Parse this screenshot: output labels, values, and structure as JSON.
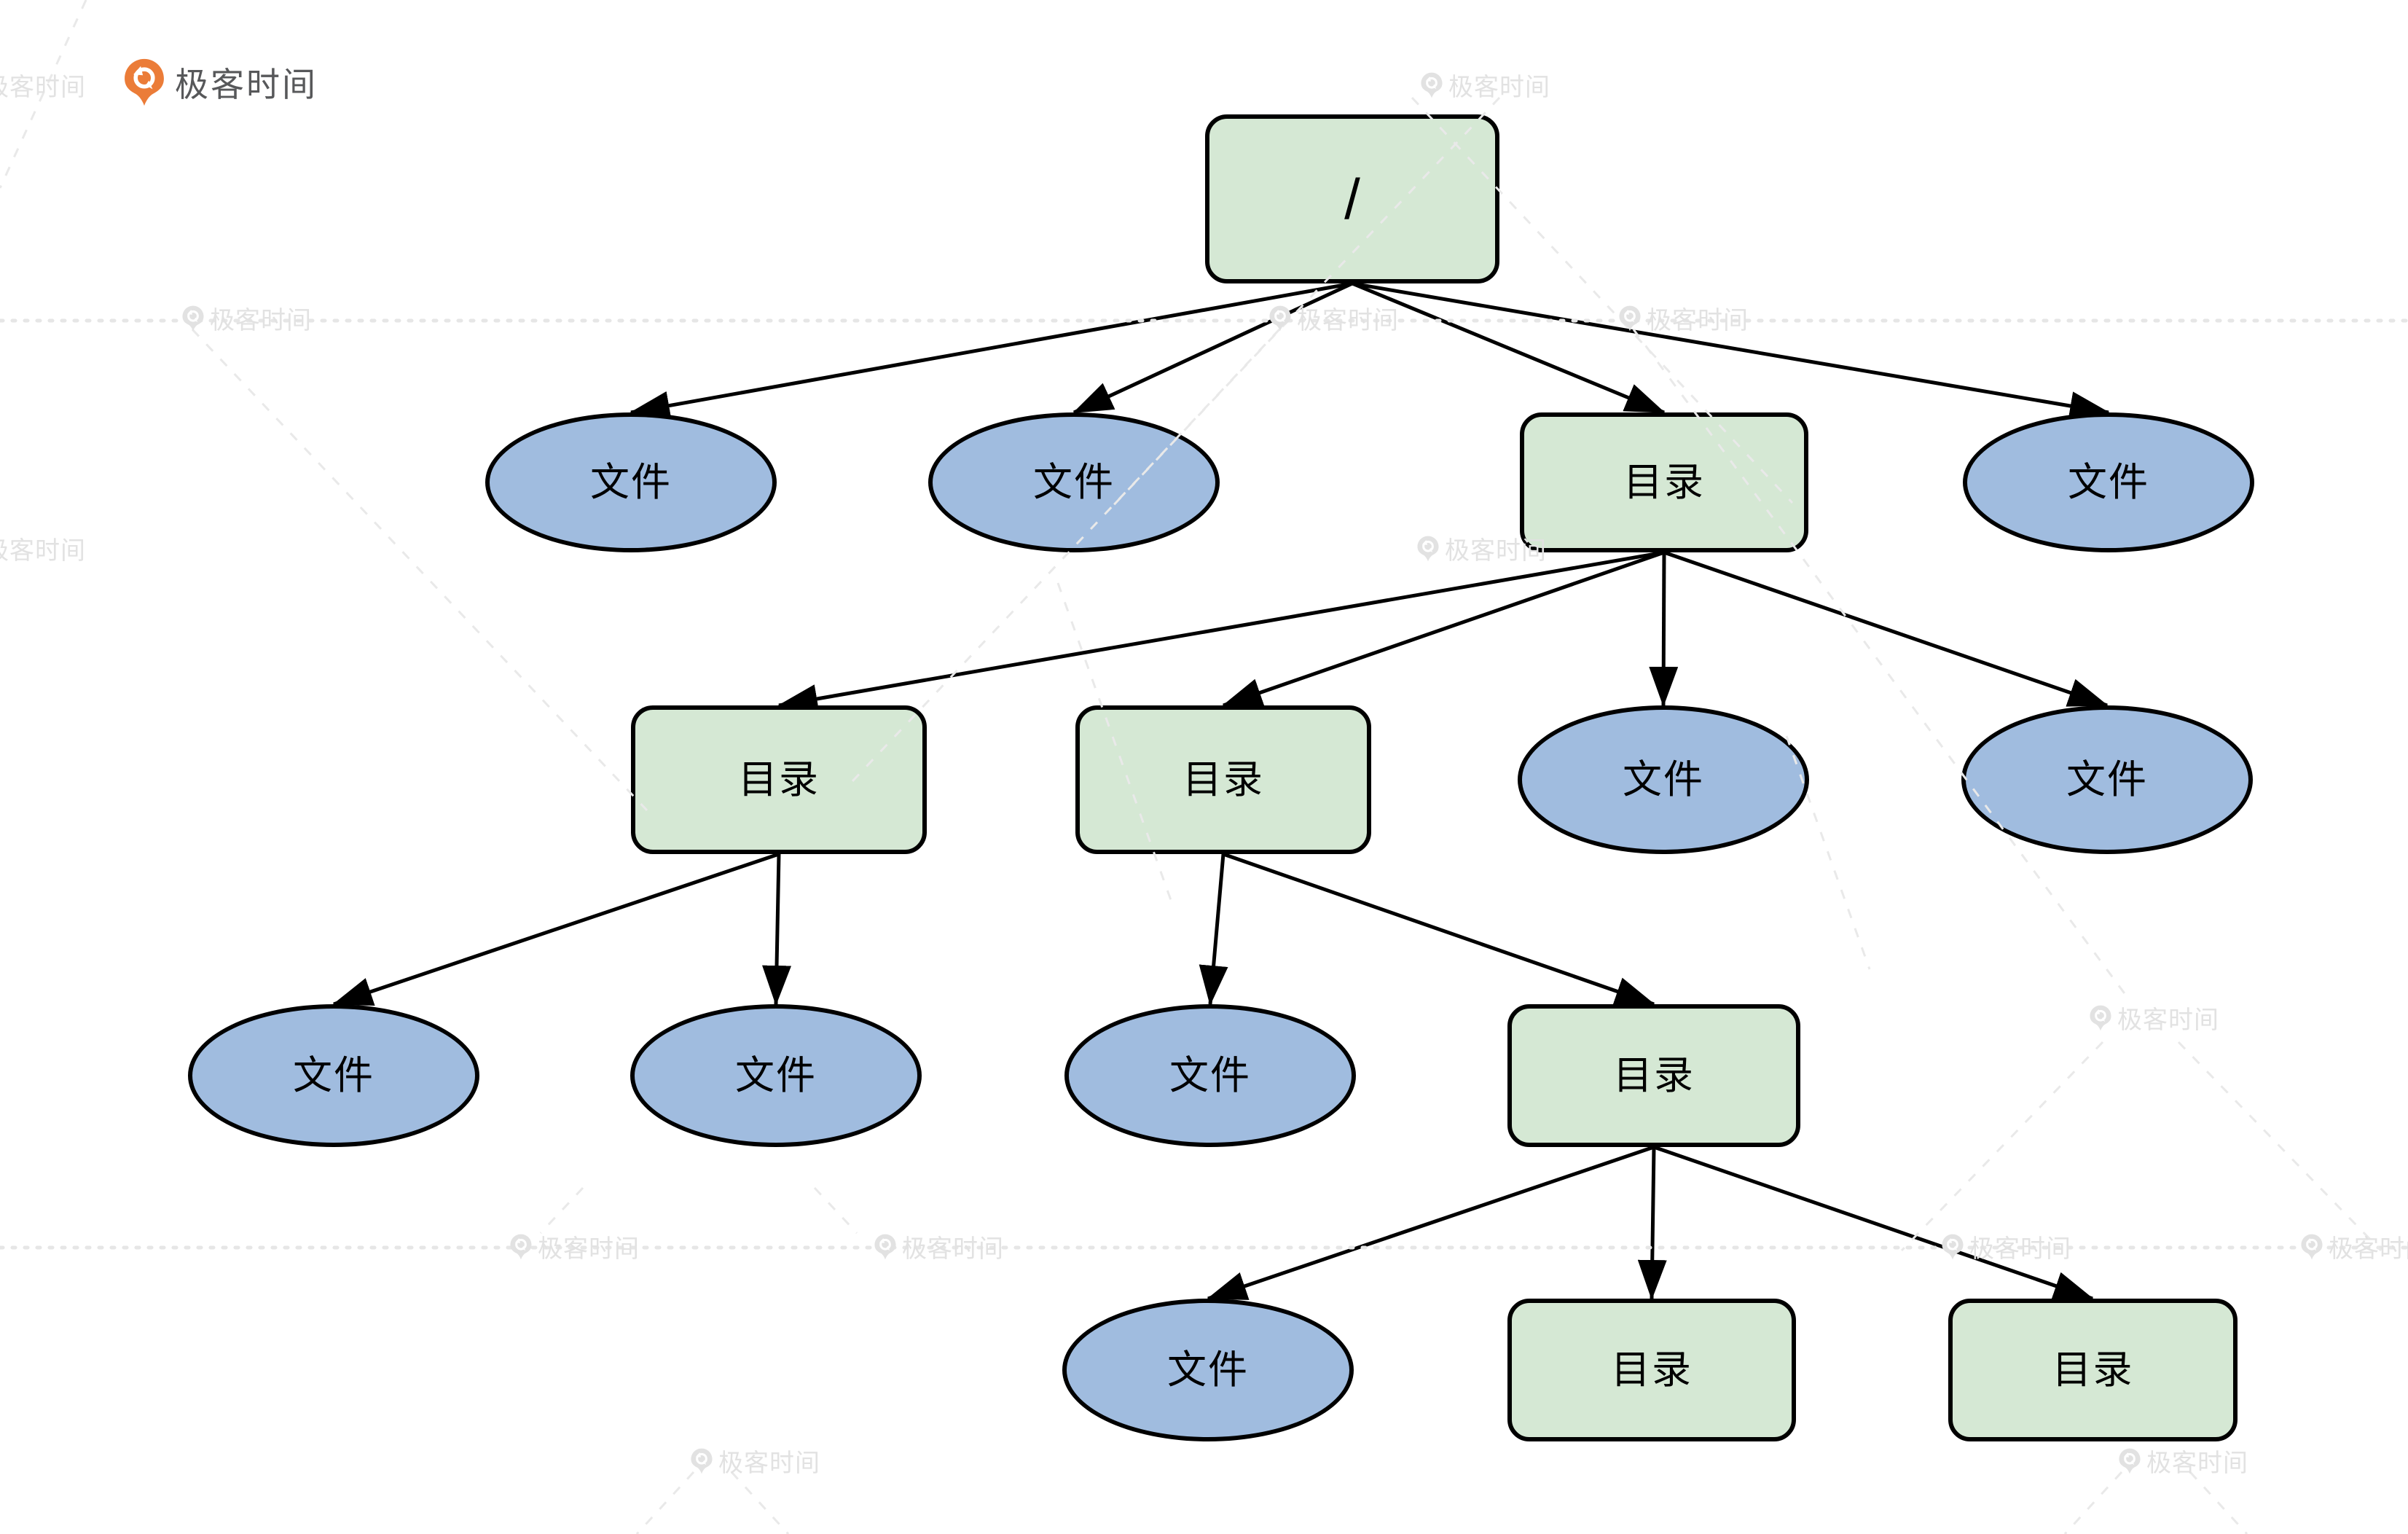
{
  "brand": {
    "label": "极客时间",
    "logo_color": "#eb7c38",
    "text_color": "#57585a"
  },
  "watermark": {
    "label": "极客时间",
    "color": "#e2e2e2"
  },
  "diagram": {
    "description_labels": {
      "root": "/",
      "directory": "目录",
      "file": "文件"
    },
    "colors": {
      "directory_fill": "#d5e8d4",
      "file_fill": "#a0bcdf",
      "stroke": "#000000"
    },
    "nodes": [
      {
        "id": "root",
        "type": "directory",
        "label": "/"
      },
      {
        "id": "f1",
        "type": "file",
        "label": "文件"
      },
      {
        "id": "f2",
        "type": "file",
        "label": "文件"
      },
      {
        "id": "d1",
        "type": "directory",
        "label": "目录"
      },
      {
        "id": "f3",
        "type": "file",
        "label": "文件"
      },
      {
        "id": "d2",
        "type": "directory",
        "label": "目录"
      },
      {
        "id": "d3",
        "type": "directory",
        "label": "目录"
      },
      {
        "id": "f4",
        "type": "file",
        "label": "文件"
      },
      {
        "id": "f5",
        "type": "file",
        "label": "文件"
      },
      {
        "id": "f6",
        "type": "file",
        "label": "文件"
      },
      {
        "id": "f7",
        "type": "file",
        "label": "文件"
      },
      {
        "id": "f8",
        "type": "file",
        "label": "文件"
      },
      {
        "id": "d4",
        "type": "directory",
        "label": "目录"
      },
      {
        "id": "f9",
        "type": "file",
        "label": "文件"
      },
      {
        "id": "d5",
        "type": "directory",
        "label": "目录"
      },
      {
        "id": "d6",
        "type": "directory",
        "label": "目录"
      }
    ],
    "edges": [
      [
        "root",
        "f1"
      ],
      [
        "root",
        "f2"
      ],
      [
        "root",
        "d1"
      ],
      [
        "root",
        "f3"
      ],
      [
        "d1",
        "d2"
      ],
      [
        "d1",
        "d3"
      ],
      [
        "d1",
        "f4"
      ],
      [
        "d1",
        "f5"
      ],
      [
        "d2",
        "f6"
      ],
      [
        "d2",
        "f7"
      ],
      [
        "d3",
        "f8"
      ],
      [
        "d3",
        "d4"
      ],
      [
        "d4",
        "f9"
      ],
      [
        "d4",
        "d5"
      ],
      [
        "d4",
        "d6"
      ]
    ]
  }
}
